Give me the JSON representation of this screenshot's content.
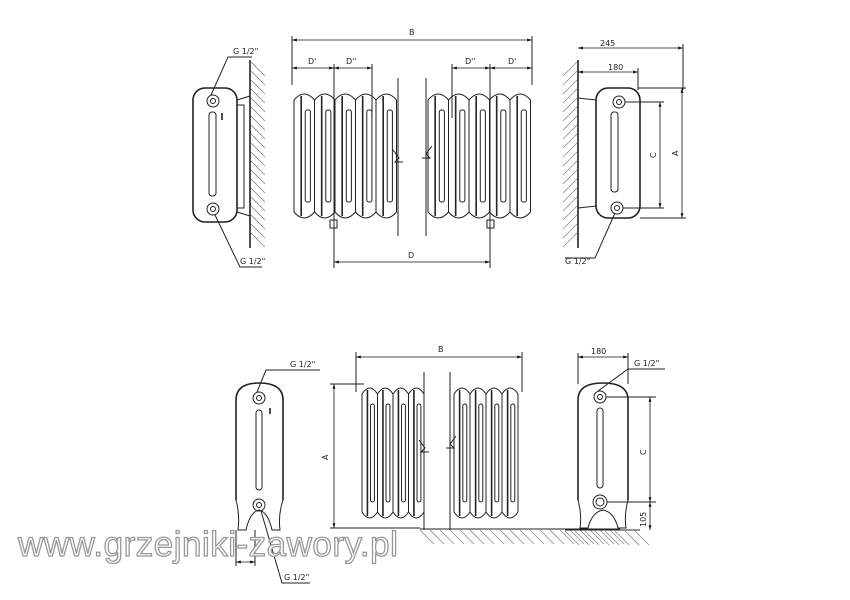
{
  "drawings": {
    "top": {
      "left_side_view": {
        "connection_top": "G 1/2\"",
        "connection_bottom": "G 1/2\""
      },
      "front_view": {
        "width_label": "B",
        "section_pitch_1": "D'",
        "section_pitch_2": "D''",
        "section_pitch_3": "D''",
        "section_pitch_4": "D'",
        "connection_spacing": "D"
      },
      "right_side_view": {
        "depth_total": "245",
        "depth_body": "180",
        "connection_distance": "C",
        "height": "A",
        "connection": "G 1/2\""
      }
    },
    "bottom": {
      "left_side_view": {
        "connection_top": "G 1/2\"",
        "connection_bottom": "G 1/2\""
      },
      "front_view": {
        "width_label": "B",
        "height": "A"
      },
      "right_side_view": {
        "depth": "180",
        "connection": "G 1/2\"",
        "connection_distance": "C",
        "floor_offset": "105"
      }
    }
  },
  "watermark": "www.grzejniki-zawory.pl"
}
